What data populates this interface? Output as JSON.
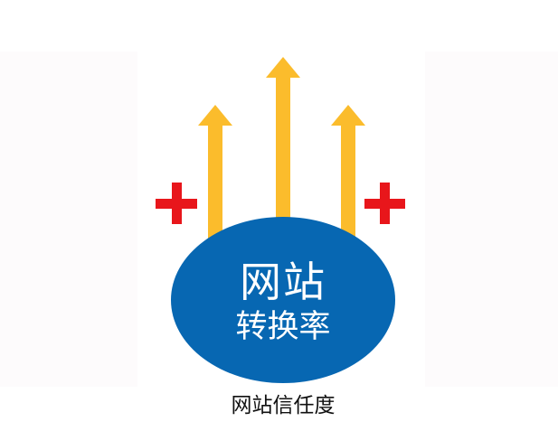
{
  "diagram": {
    "center_label": {
      "line1": "网站",
      "line2": "转换率"
    },
    "caption": "网站信任度",
    "arrows": [
      {
        "name": "left-arrow",
        "direction": "up"
      },
      {
        "name": "center-arrow",
        "direction": "up"
      },
      {
        "name": "right-arrow",
        "direction": "up"
      }
    ],
    "plus_signs": [
      "left-plus",
      "right-plus"
    ],
    "icons": {
      "arrow": "up-arrow-icon",
      "plus": "plus-icon"
    },
    "colors": {
      "ellipse": "#0767b2",
      "arrow": "#fbbc2c",
      "plus": "#e8161b",
      "label": "#ffffff",
      "caption": "#111111"
    }
  }
}
